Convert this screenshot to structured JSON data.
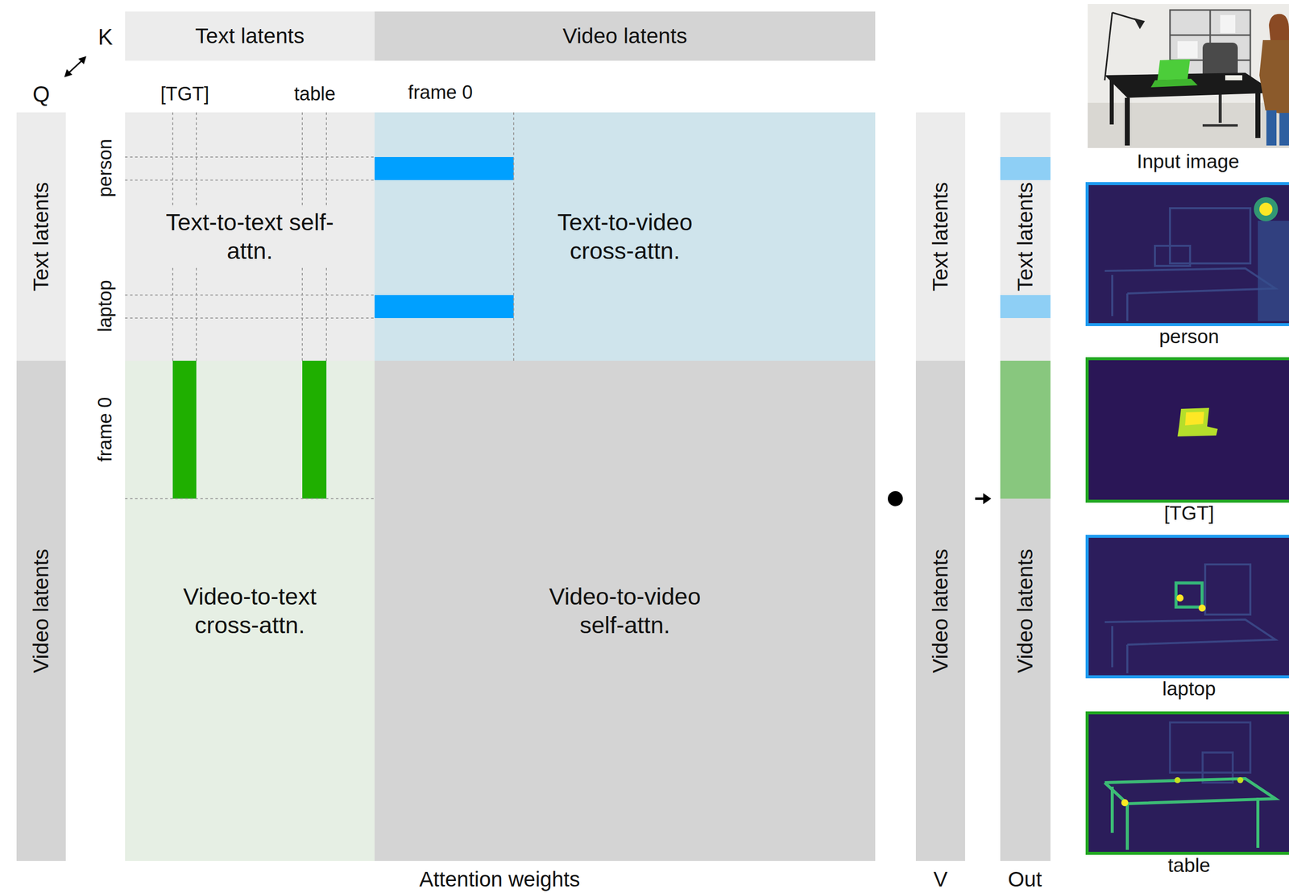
{
  "diagram": {
    "nodes": [
      {
        "text": [
          "Text latents"
        ]
      },
      {
        "text": [
          "Video latents"
        ]
      },
      {
        "text": [
          "Text latents"
        ]
      },
      {
        "text": [
          "Video latents"
        ]
      },
      {
        "text": [
          "Text-to-text self-attn."
        ]
      },
      {
        "text": [
          "Text-to-video cross-attn."
        ]
      },
      {
        "text": [
          "Video-to-text cross-attn."
        ]
      },
      {
        "text": [
          "Video-to-video self-attn."
        ]
      },
      {
        "text": [
          "Text latents"
        ]
      },
      {
        "text": [
          "Video latents"
        ]
      },
      {
        "text": [
          "Text latents"
        ]
      },
      {
        "text": [
          "Video latents"
        ]
      },
      {
        "text": [
          "Input image"
        ]
      },
      {
        "text": [
          "person"
        ]
      },
      {
        "text": [
          "[TGT]"
        ]
      },
      {
        "text": [
          "laptop"
        ]
      },
      {
        "text": [
          "table"
        ]
      }
    ],
    "labels": [
      "K",
      "Q",
      "[TGT]",
      "table",
      "frame 0",
      "person",
      "laptop",
      "frame 0",
      "Attention weights",
      "V",
      "Out"
    ]
  }
}
